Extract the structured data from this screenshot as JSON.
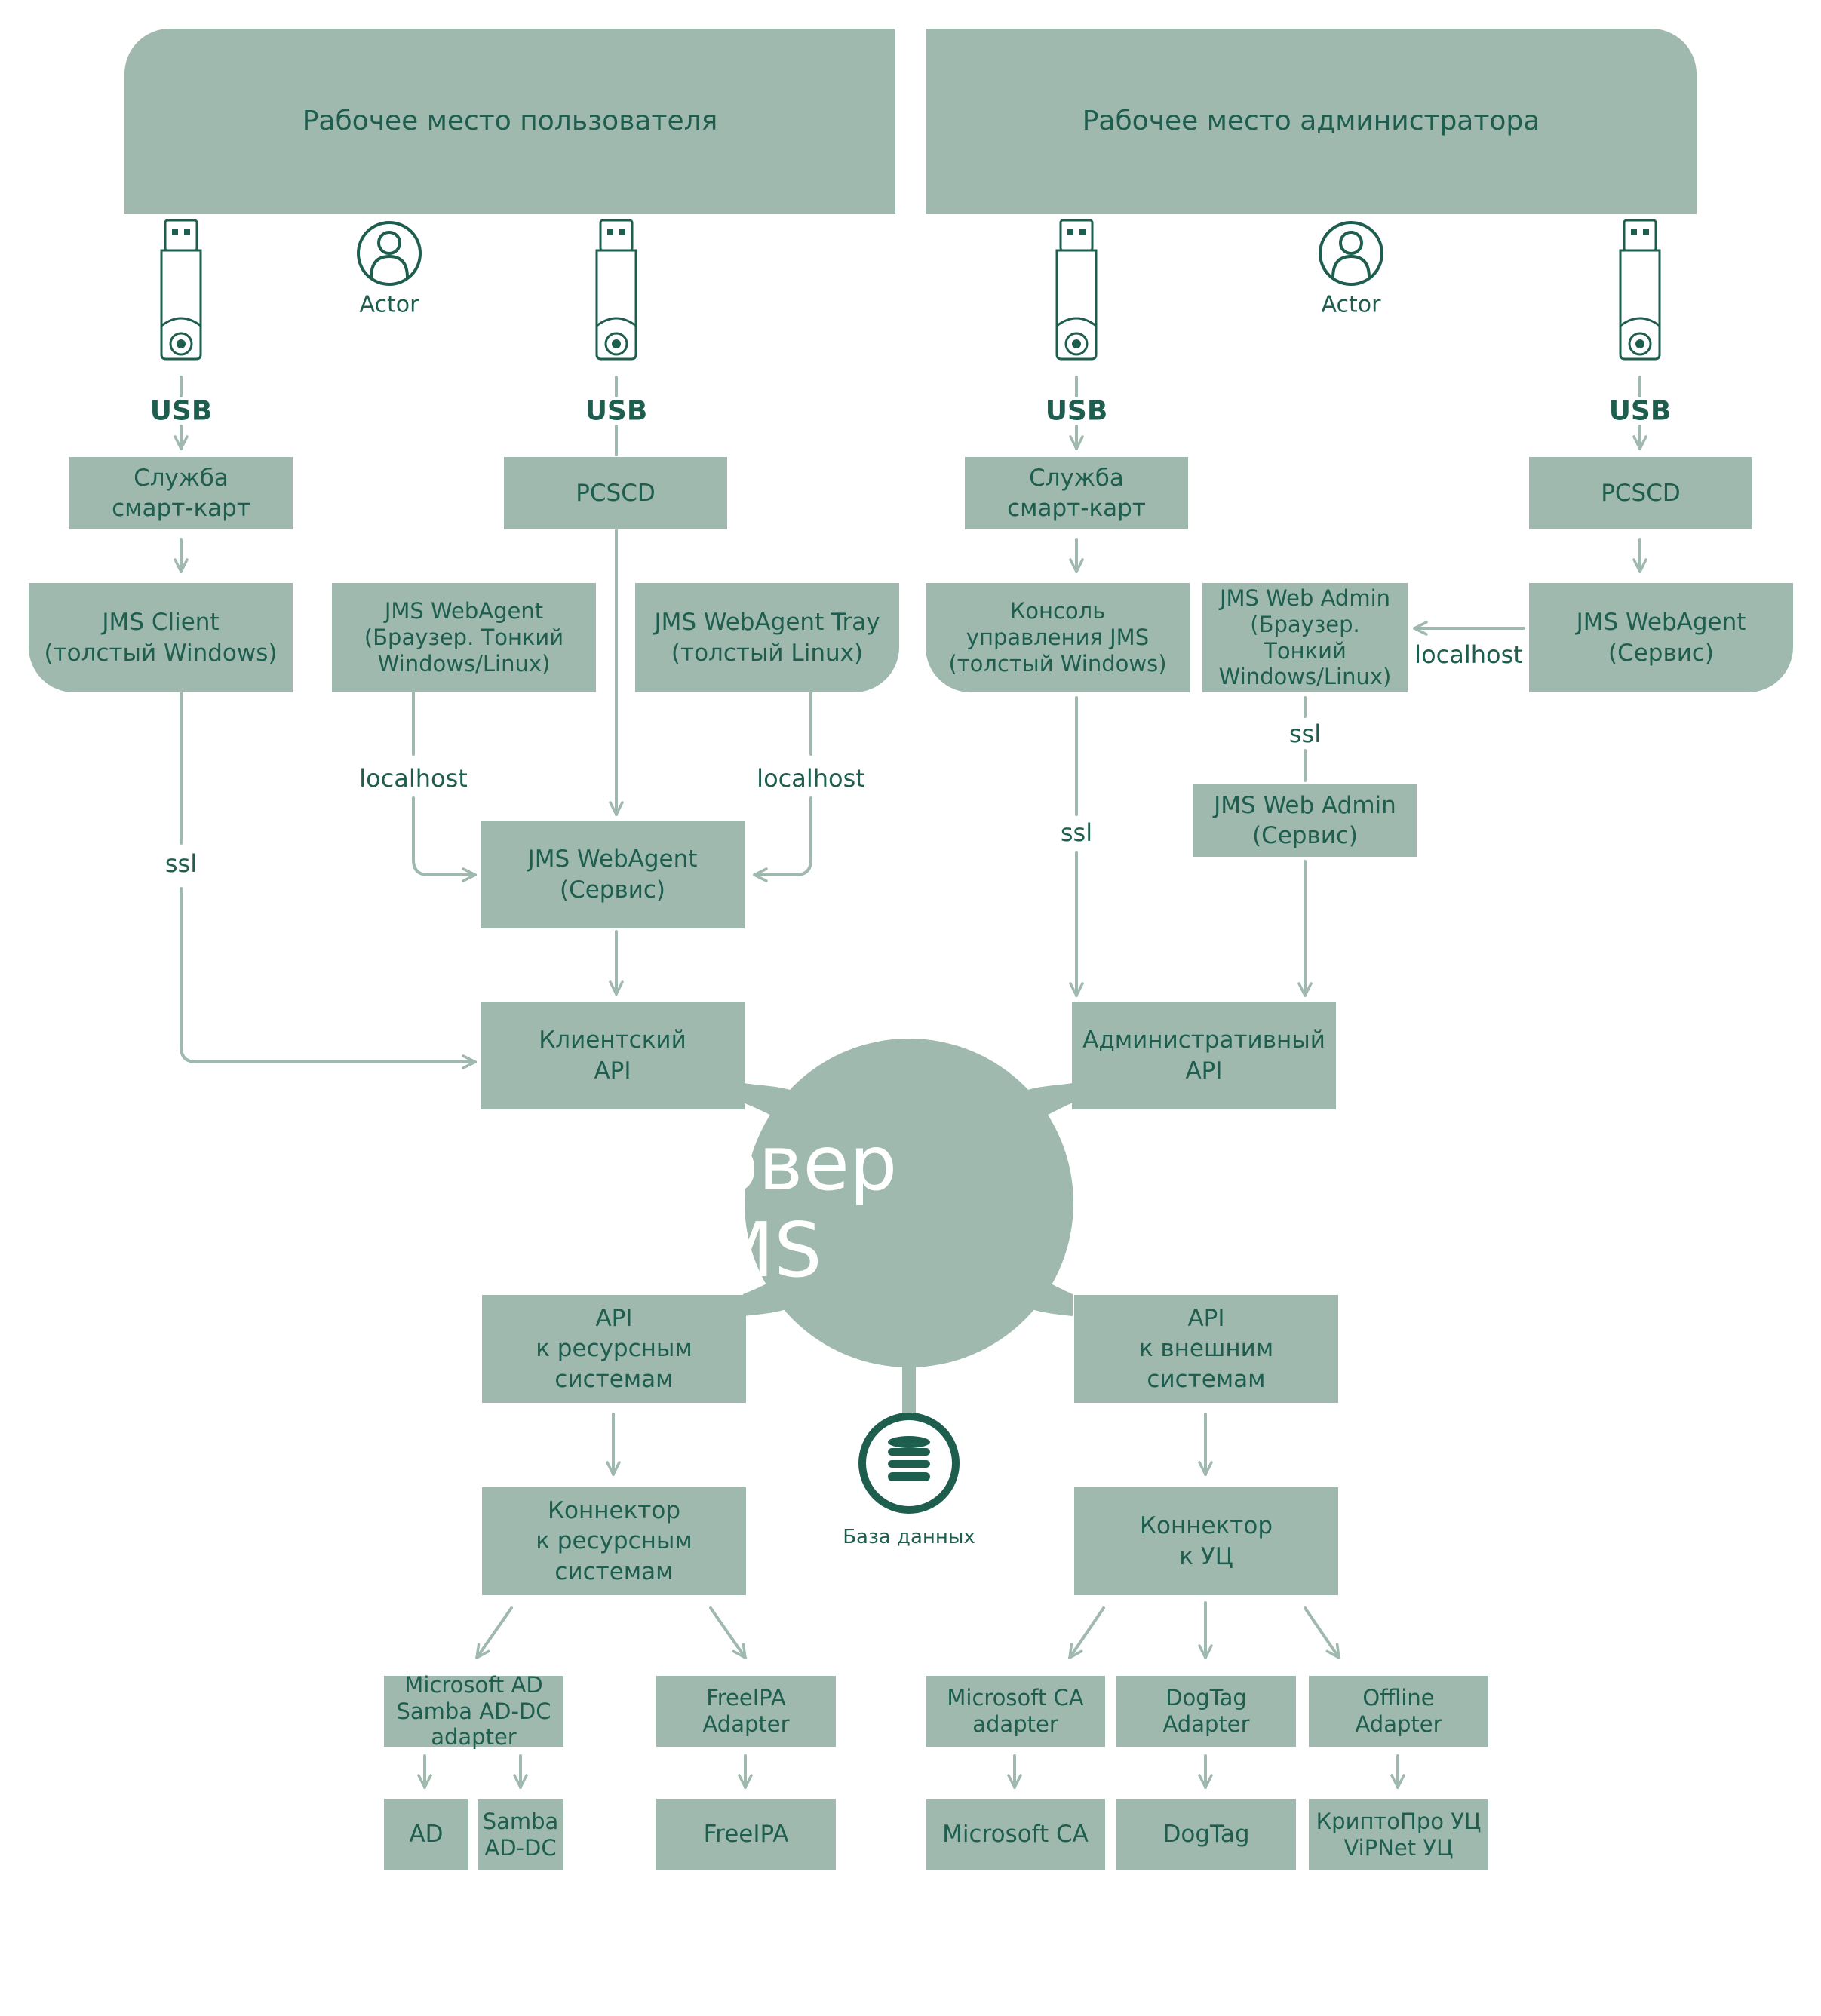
{
  "colors": {
    "box": "#9fb9ae",
    "text": "#1e5e4e",
    "line": "#9fb9ae",
    "server_text": "#ffffff"
  },
  "headers": {
    "user": "Рабочее место пользователя",
    "admin": "Рабочее место администратора"
  },
  "actor_label": "Actor",
  "usb_label": "USB",
  "boxes": {
    "smartcard_user": "Служба\nсмарт-карт",
    "pcscd_user": "PCSCD",
    "smartcard_admin": "Служба\nсмарт-карт",
    "pcscd_admin": "PCSCD",
    "jms_client": "JMS Client\n(толстый Windows)",
    "webagent_browser": "JMS WebAgent\n(Браузер. Тонкий\nWindows/Linux)",
    "webagent_tray": "JMS WebAgent Tray\n(толстый Linux)",
    "console_jms": "Консоль\nуправления JMS\n(толстый Windows)",
    "web_admin_browser": "JMS Web Admin\n(Браузер. Тонкий\nWindows/Linux)",
    "webagent_service_admin": "JMS WebAgent\n(Сервис)",
    "webagent_service_user": "JMS WebAgent\n(Сервис)",
    "web_admin_service": "JMS Web Admin\n(Сервис)",
    "client_api": "Клиентский\nAPI",
    "admin_api": "Административный\nAPI",
    "resource_api": "API\nк ресурсным\nсистемам",
    "external_api": "API\nк внешним\nсистемам",
    "resource_connector": "Коннектор\nк ресурсным\nсистемам",
    "ca_connector": "Коннектор\nк УЦ",
    "ms_ad_adapter": "Microsoft AD\nSamba AD-DC\nadapter",
    "freeipa_adapter": "FreeIPA\nAdapter",
    "ms_ca_adapter": "Microsoft CA\nadapter",
    "dogtag_adapter": "DogTag\nAdapter",
    "offline_adapter": "Offline\nAdapter",
    "ad": "AD",
    "samba": "Samba\nAD-DC",
    "freeipa": "FreeIPA",
    "ms_ca": "Microsoft CA",
    "dogtag": "DogTag",
    "cryptopro": "КриптоПро УЦ\nViPNet УЦ"
  },
  "edge_labels": {
    "localhost": "localhost",
    "ssl": "ssl"
  },
  "server": {
    "title": "Сервер\nJMS"
  },
  "database": {
    "label": "База данных"
  },
  "icons": {
    "token": "usb-token-icon",
    "actor": "actor-icon",
    "database": "database-icon"
  }
}
